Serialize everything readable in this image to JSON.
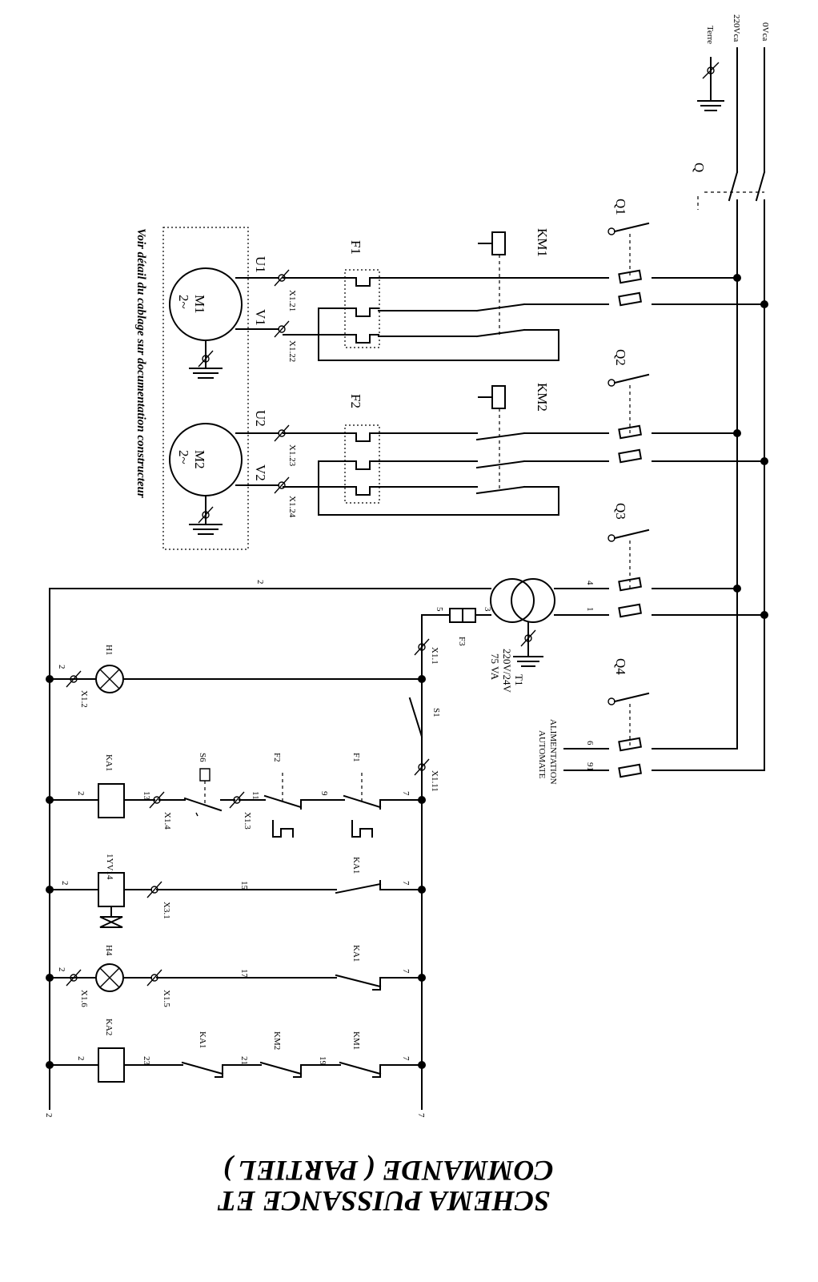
{
  "supply": {
    "earth": "Terre",
    "phase": "220Vca",
    "neutral": "0Vca",
    "main_switch": "Q"
  },
  "motor_circuit_1": {
    "breaker": "Q1",
    "contactor": "KM1",
    "overload": "F1",
    "terminal_u": "X1.21",
    "terminal_v": "X1.22",
    "wire_u": "U1",
    "wire_v": "V1",
    "motor_name": "M1",
    "motor_type": "2~"
  },
  "motor_circuit_2": {
    "breaker": "Q2",
    "contactor": "KM2",
    "overload": "F2",
    "terminal_u": "X1.23",
    "terminal_v": "X1.24",
    "wire_u": "U2",
    "wire_v": "V2",
    "motor_name": "M2",
    "motor_type": "2~"
  },
  "note": "Voir détail du cablage sur documentation constructeur",
  "transformer": {
    "breaker": "Q3",
    "name": "T1",
    "ratio": "220V/24V",
    "power": "75 VA",
    "fuse": "F3",
    "primary_wires": [
      "4",
      "1"
    ],
    "secondary_wires": [
      "3",
      "5"
    ],
    "wire_2": "2"
  },
  "plc_supply": {
    "breaker": "Q4",
    "label_1": "ALIMENTATION",
    "label_2": "AUTOMATE",
    "wires": [
      "6",
      "91"
    ]
  },
  "control": {
    "x11": "X1.1",
    "h1": "H1",
    "x12": "X1.2",
    "s1": "S1",
    "x111": "X1.11",
    "rail_left": "2",
    "rail_right": "7",
    "rung1": {
      "coil": "KA1",
      "w_coil": "2",
      "w13": "13",
      "x14": "X1.4",
      "s6": "S6",
      "w11": "11",
      "x13": "X1.3",
      "f2": "F2",
      "w9": "9",
      "f1": "F1",
      "w7": "7"
    },
    "rung2": {
      "coil": "1YV14",
      "w_coil": "2",
      "x31": "X3.1",
      "w15": "15",
      "contact": "KA1",
      "w7": "7"
    },
    "rung3": {
      "lamp": "H4",
      "w_lamp": "2",
      "x16": "X1.6",
      "x15": "X1.5",
      "w17": "17",
      "contact": "KA1",
      "w7": "7"
    },
    "rung4": {
      "coil": "KA2",
      "w_coil": "2",
      "w23": "23",
      "c1": "KA1",
      "w21": "21",
      "c2": "KM2",
      "w19": "19",
      "c3": "KM1",
      "w7": "7"
    }
  },
  "title": {
    "line1": "SCHEMA PUISSANCE ET",
    "line2": "COMMANDE ( PARTIEL )"
  }
}
